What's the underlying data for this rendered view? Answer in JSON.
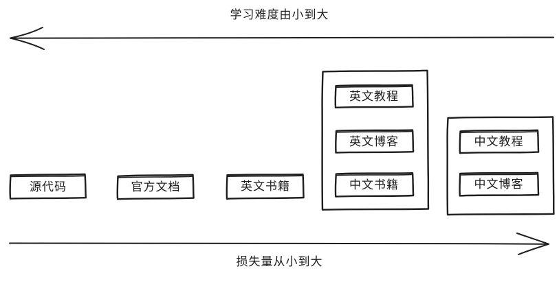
{
  "diagram": {
    "title": "学习资源难度与损失量对照图",
    "background": "#ffffff",
    "stroke_color": "#1e1e1e",
    "text_color": "#1e1e1e",
    "style": "hand-drawn"
  },
  "axes": {
    "top": {
      "label": "学习难度由小到大",
      "direction": "left",
      "arrow_icon": "arrow-left-icon"
    },
    "bottom": {
      "label": "损失量从小到大",
      "direction": "right",
      "arrow_icon": "arrow-right-icon"
    }
  },
  "nodes": [
    {
      "id": "source-code",
      "label": "源代码",
      "column": 1
    },
    {
      "id": "official-doc",
      "label": "官方文档",
      "column": 2
    },
    {
      "id": "english-book",
      "label": "英文书籍",
      "column": 3
    }
  ],
  "groups": [
    {
      "id": "group-english",
      "column": 4,
      "items": [
        {
          "id": "english-tutorial",
          "label": "英文教程"
        },
        {
          "id": "english-blog",
          "label": "英文博客"
        },
        {
          "id": "chinese-book",
          "label": "中文书籍"
        }
      ]
    },
    {
      "id": "group-chinese",
      "column": 5,
      "items": [
        {
          "id": "chinese-tutorial",
          "label": "中文教程"
        },
        {
          "id": "chinese-blog",
          "label": "中文博客"
        }
      ]
    }
  ]
}
